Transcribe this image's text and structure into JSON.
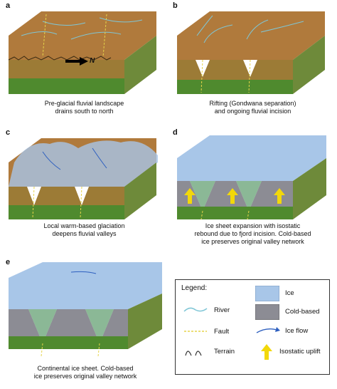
{
  "panels": [
    {
      "id": "a",
      "caption": [
        "Pre-glacial fluvial landscape",
        "drains south to north"
      ],
      "arrow_label": "N"
    },
    {
      "id": "b",
      "caption": [
        "Rifting (Gondwana separation)",
        "and ongoing fluvial incision"
      ]
    },
    {
      "id": "c",
      "caption": [
        "Local warm-based glaciation",
        "deepens fluvial valleys"
      ]
    },
    {
      "id": "d",
      "caption": [
        "Ice sheet expansion with isostatic",
        "rebound due to fjord incision. Cold-based",
        "ice preserves original valley network"
      ]
    },
    {
      "id": "e",
      "caption": [
        "Continental ice sheet. Cold-based",
        "ice preserves original valley network"
      ]
    }
  ],
  "legend": {
    "title": "Legend:",
    "items": [
      {
        "label": "River",
        "icon": "river-icon"
      },
      {
        "label": "Fault",
        "icon": "fault-icon"
      },
      {
        "label": "Terrain",
        "icon": "terrain-icon"
      },
      {
        "label": "Ice",
        "icon": "ice-swatch"
      },
      {
        "label": "Cold-based",
        "icon": "cold-based-swatch"
      },
      {
        "label": "Ice flow",
        "icon": "ice-flow-icon"
      },
      {
        "label": "Isostatic uplift",
        "icon": "uplift-arrow-icon"
      }
    ]
  },
  "colors": {
    "top": "#b07a3c",
    "front": "#a07a35",
    "side": "#6e8a3a",
    "grass": "#4f8a2e",
    "ice": "#a8c6e8",
    "cold": "#8c8c94",
    "river": "#7fc6d6",
    "fault": "#e6d44a",
    "uplift": "#f2d80a"
  }
}
